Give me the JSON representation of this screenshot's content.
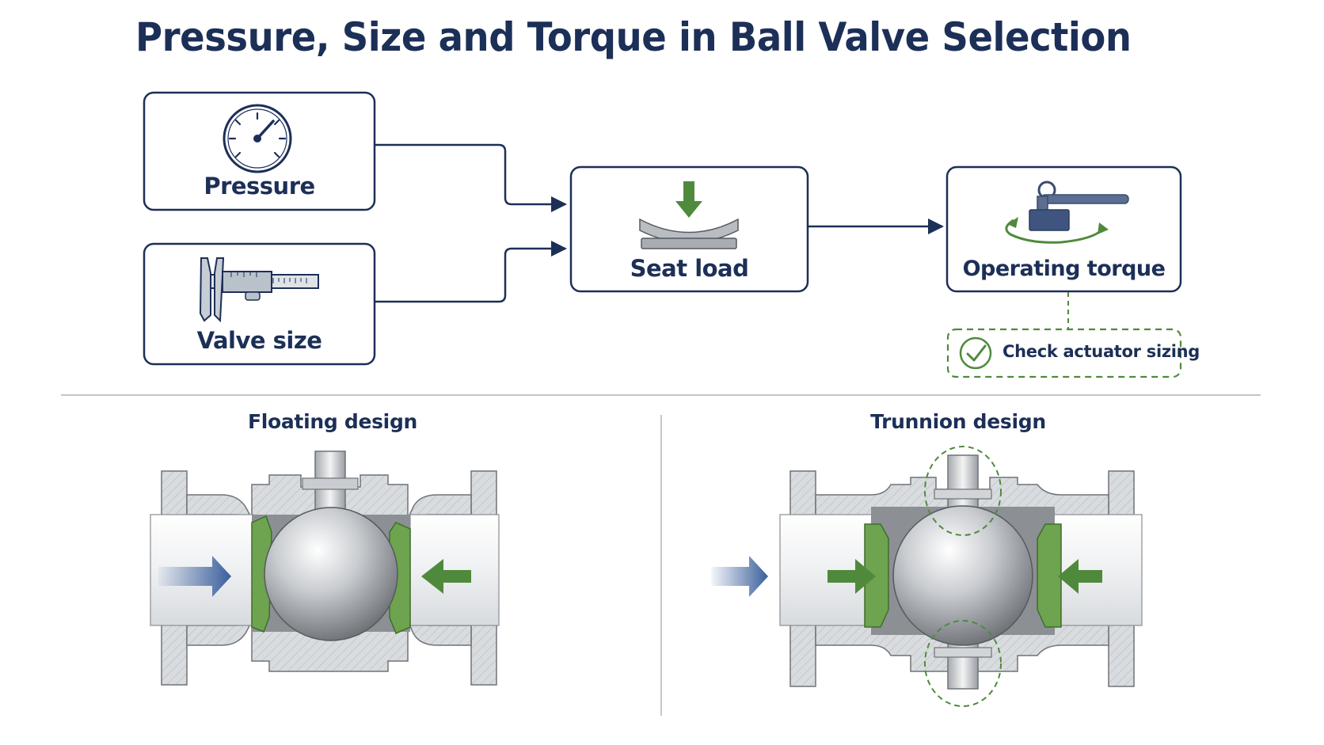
{
  "title": "Pressure, Size and Torque in Ball Valve Selection",
  "flow": {
    "pressure_label": "Pressure",
    "valve_size_label": "Valve size",
    "seat_load_label": "Seat load",
    "operating_torque_label": "Operating torque",
    "check_label": "Check actuator sizing"
  },
  "designs": {
    "floating_title": "Floating design",
    "trunnion_title": "Trunnion design"
  },
  "colors": {
    "navy": "#1c2f57",
    "green": "#4f8a3c",
    "arrow_blue": "#3a5f9c",
    "metal": "#d9dcdf"
  },
  "icons": [
    "pressure-gauge-icon",
    "caliper-icon",
    "seat-load-icon",
    "valve-handle-icon",
    "check-circle-icon"
  ]
}
